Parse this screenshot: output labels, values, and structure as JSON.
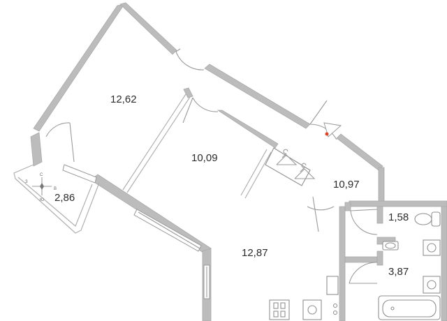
{
  "floor_plan": {
    "rooms": [
      {
        "id": "room-1",
        "area": "12,62"
      },
      {
        "id": "room-2",
        "area": "10,09"
      },
      {
        "id": "hall",
        "area": "10,97"
      },
      {
        "id": "kitchen",
        "area": "12,87"
      },
      {
        "id": "balcony",
        "area": "2,86"
      },
      {
        "id": "wc",
        "area": "1,58"
      },
      {
        "id": "bathroom",
        "area": "3,87"
      }
    ],
    "compass": {
      "n": "С",
      "s": "Ю",
      "w": "З",
      "e": "В"
    },
    "colors": {
      "wall": "#bcbcbc",
      "line": "#9a9a9a",
      "entrance_marker": "#d9472b",
      "text": "#2b2b2b"
    },
    "icons": [
      "hanger-icon",
      "toilet-icon",
      "sink-icon",
      "bathtub-icon",
      "washing-machine-icon",
      "stove-icon",
      "entrance-arrow-icon",
      "compass-icon"
    ]
  }
}
